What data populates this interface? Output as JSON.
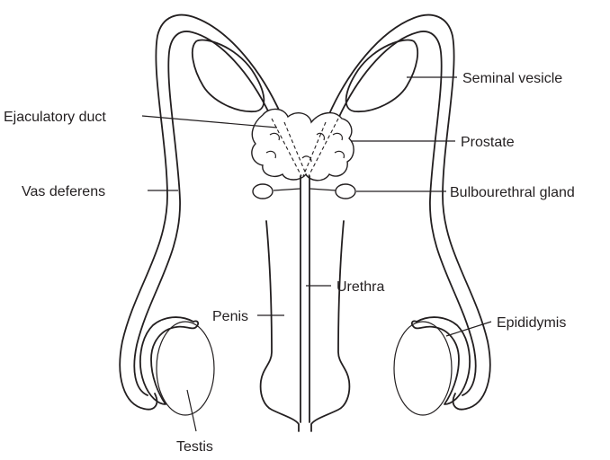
{
  "labels": {
    "seminal_vesicle": "Seminal vesicle",
    "ejaculatory_duct": "Ejaculatory duct",
    "prostate": "Prostate",
    "vas_deferens": "Vas deferens",
    "bulbourethral_gland": "Bulbourethral gland",
    "urethra": "Urethra",
    "penis": "Penis",
    "epididymis": "Epididymis",
    "testis": "Testis"
  },
  "colors": {
    "line": "#231f20",
    "background": "#ffffff"
  }
}
